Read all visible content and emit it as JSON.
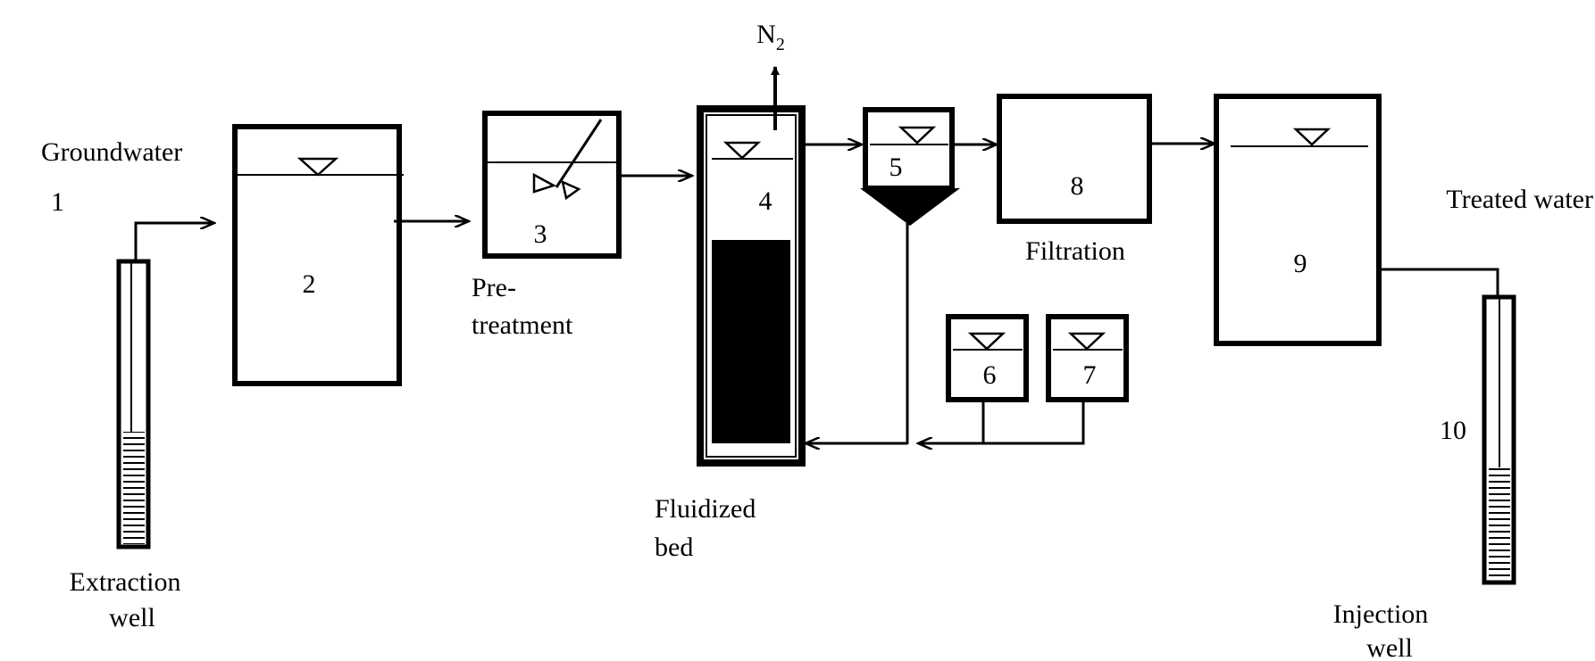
{
  "labels": {
    "groundwater": "Groundwater",
    "treated_water": "Treated water",
    "extraction_well_1": "Extraction",
    "extraction_well_2": "well",
    "injection_well_1": "Injection",
    "injection_well_2": "well",
    "pretreatment_1": "Pre-",
    "pretreatment_2": "treatment",
    "fluidized_bed_1": "Fluidized",
    "fluidized_bed_2": "bed",
    "filtration": "Filtration",
    "gas_main": "N",
    "gas_sub": "2"
  },
  "numbers": {
    "n1": "1",
    "n2": "2",
    "n3": "3",
    "n4": "4",
    "n5": "5",
    "n6": "6",
    "n7": "7",
    "n8": "8",
    "n9": "9",
    "n10": "10"
  }
}
